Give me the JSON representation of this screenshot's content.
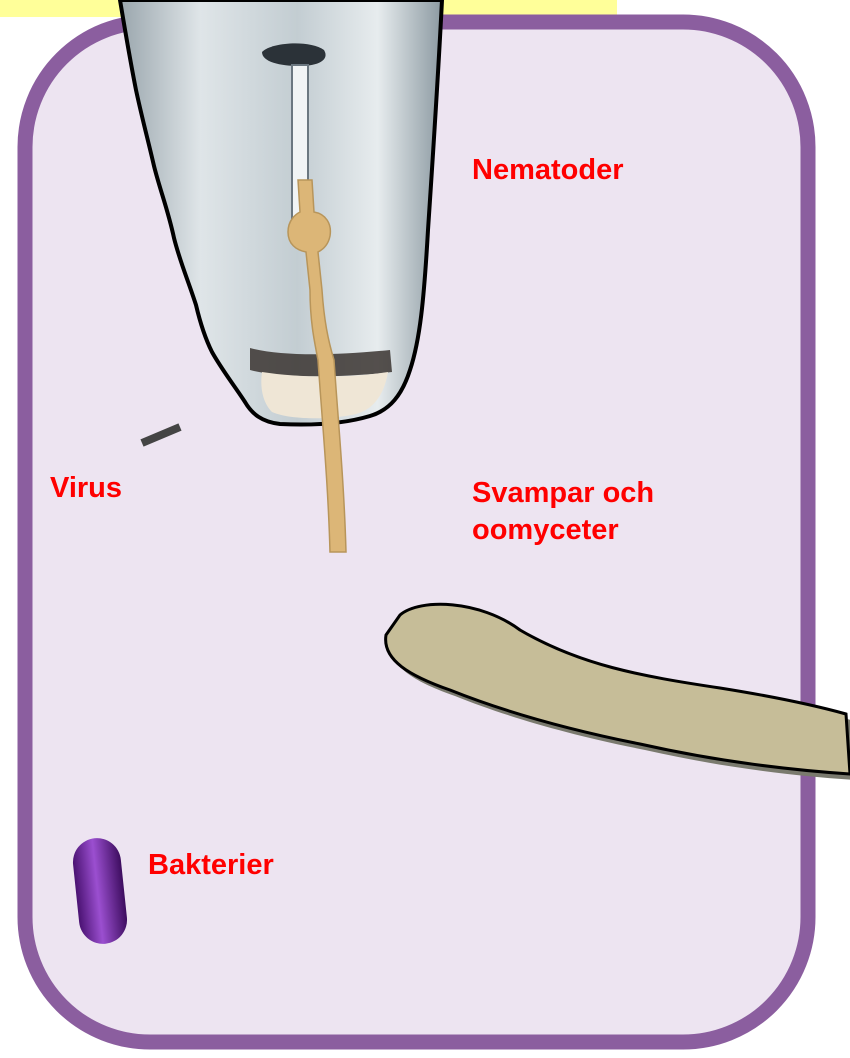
{
  "labels": {
    "nematoder": "Nematoder",
    "virus": "Virus",
    "svampar_line1": "Svampar och",
    "svampar_line2": "oomyceter",
    "bakterier": "Bakterier"
  },
  "colors": {
    "label_text": "#ff0000",
    "cell_fill": "#ede4f1",
    "cell_border": "#8b5e9f",
    "top_banner": "#ffff99",
    "hypha_fill": "#c6bd98",
    "nematode_body": "#c9d1d6",
    "nematode_stylet": "#dcb677",
    "bacterium": "#7a2aa6",
    "virus": "#444444"
  }
}
